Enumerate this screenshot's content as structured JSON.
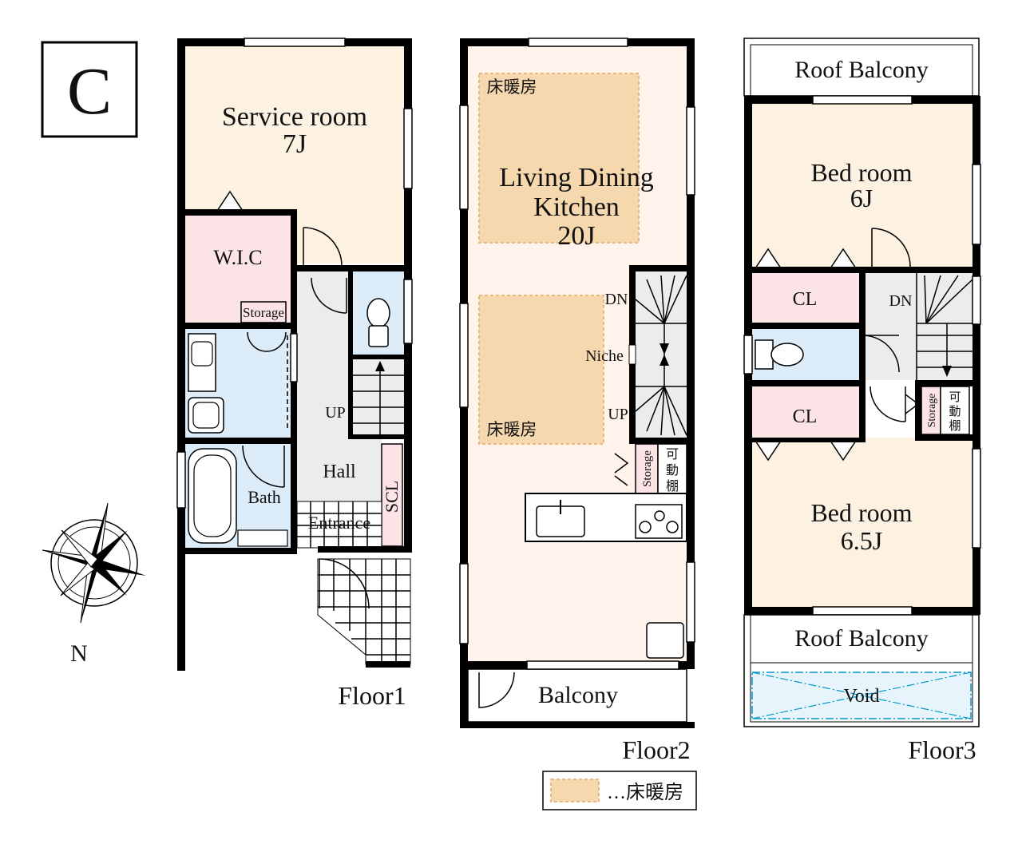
{
  "plan_badge": "C",
  "compass_label": "N",
  "colors": {
    "service": "#fdf1e1",
    "wic": "#fbe3e6",
    "wet": "#dcecf8",
    "hall": "#ececec",
    "living": "#fff3ec",
    "heating": "#f6d8ae",
    "bed": "#fdf1e1",
    "cl": "#fbe3e6",
    "void": "#0099cc"
  },
  "floor1": {
    "label": "Floor1",
    "service_room": "Service room",
    "service_size": "7J",
    "wic": "W.I.C",
    "storage": "Storage",
    "bath": "Bath",
    "up": "UP",
    "hall": "Hall",
    "scl": "SCL",
    "entrance": "Entrance"
  },
  "floor2": {
    "label": "Floor2",
    "heating_top": "床暖房",
    "ldk_line1": "Living Dining",
    "ldk_line2": "Kitchen",
    "ldk_size": "20J",
    "heating_bottom": "床暖房",
    "dn": "DN",
    "niche": "Niche",
    "up": "UP",
    "storage": "Storage",
    "shelf": [
      "可",
      "動",
      "棚"
    ],
    "balcony": "Balcony"
  },
  "floor3": {
    "label": "Floor3",
    "roof_top": "Roof Balcony",
    "bed1": "Bed room",
    "bed1_size": "6J",
    "cl1": "CL",
    "dn": "DN",
    "cl2": "CL",
    "storage": "Storage",
    "shelf": [
      "可",
      "動",
      "棚"
    ],
    "bed2": "Bed room",
    "bed2_size": "6.5J",
    "roof_bottom": "Roof Balcony",
    "void": "Void"
  },
  "legend": "…床暖房"
}
